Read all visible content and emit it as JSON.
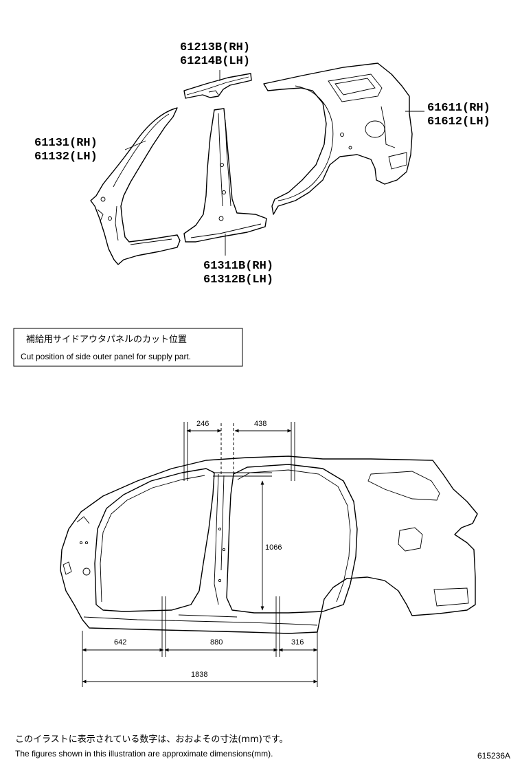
{
  "parts": {
    "roof_side_rail": [
      "61213B(RH)",
      "61214B(LH)"
    ],
    "front_pillar": [
      "61131(RH)",
      "61132(LH)"
    ],
    "quarter_panel": [
      "61611(RH)",
      "61612(LH)"
    ],
    "center_pillar": [
      "61311B(RH)",
      "61312B(LH)"
    ]
  },
  "cut_box": {
    "jp": "補給用サイドアウタパネルのカット位置",
    "en": "Cut position of side outer panel for supply part."
  },
  "dimensions": {
    "d246": "246",
    "d438": "438",
    "d1066": "1066",
    "d642": "642",
    "d880": "880",
    "d316": "316",
    "d1838": "1838"
  },
  "footer": {
    "jp": "このイラストに表示されている数字は、おおよその寸法(mm)です。",
    "en": "The figures shown in this illustration are approximate dimensions(mm).",
    "code": "615236A"
  }
}
